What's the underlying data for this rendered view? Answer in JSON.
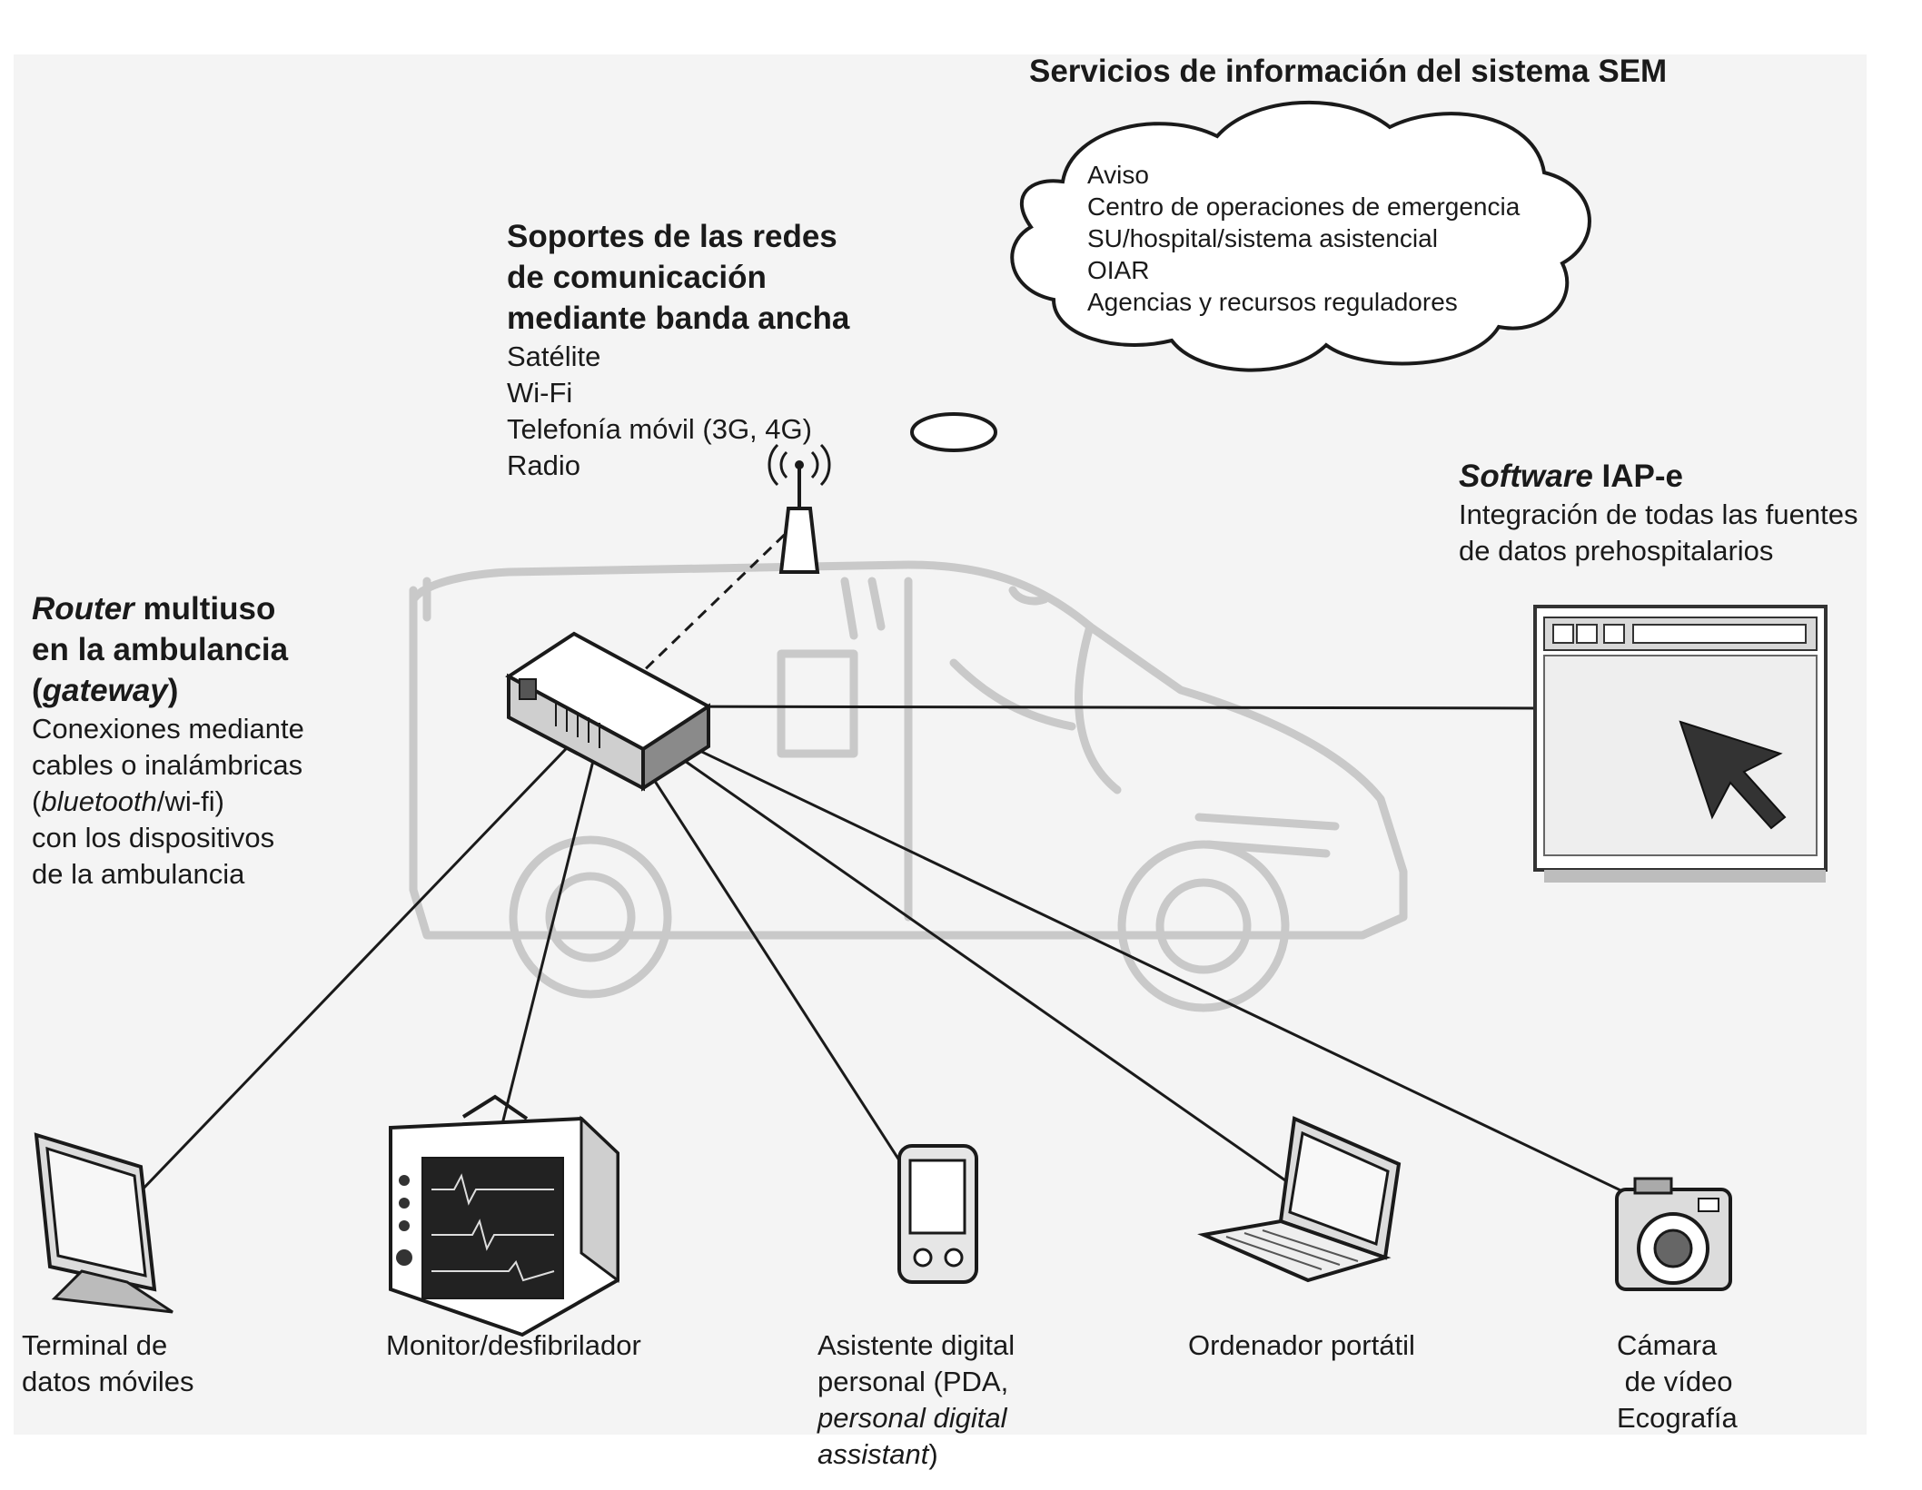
{
  "sem_services": {
    "title": "Servicios de información del sistema SEM",
    "items": [
      "Aviso",
      "Centro de operaciones de emergencia",
      "SU/hospital/sistema asistencial",
      "OIAR",
      "Agencias y recursos reguladores"
    ]
  },
  "broadband": {
    "title_lines": [
      "Soportes de las redes",
      "de comunicación",
      "mediante banda ancha"
    ],
    "items": [
      "Satélite",
      "Wi-Fi",
      "Telefonía móvil (3G, 4G)",
      "Radio"
    ]
  },
  "software": {
    "title_italic": "Software",
    "title_rest": " IAP-e",
    "desc_lines": [
      "Integración de todas las fuentes",
      "de datos prehospitalarios"
    ]
  },
  "router": {
    "title_italic": "Router",
    "title_rest": " multiuso",
    "title_line2": "en la ambulancia",
    "gateway_open": "(",
    "gateway_italic": "gateway",
    "gateway_close": ")",
    "desc_line1": "Conexiones mediante",
    "desc_line2": "cables o inalámbricas",
    "desc_line3_open": "(",
    "desc_line3_italic": "bluetooth",
    "desc_line3_rest": "/wi-fi)",
    "desc_line4": "con los dispositivos",
    "desc_line5": "de la ambulancia"
  },
  "devices": {
    "terminal": [
      "Terminal de",
      "datos móviles"
    ],
    "monitor": "Monitor/desfibrilador",
    "pda_line1": "Asistente digital",
    "pda_line2": "personal (PDA,",
    "pda_line3_italic": "personal digital",
    "pda_line4_italic": "assistant",
    "pda_line4_rest": ")",
    "laptop": "Ordenador portátil",
    "camera": [
      "Cámara",
      " de vídeo",
      "Ecografía"
    ]
  }
}
